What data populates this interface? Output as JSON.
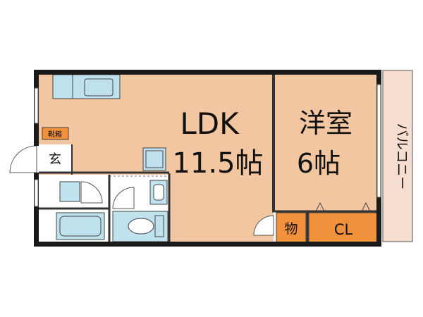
{
  "rooms": {
    "ldk_name": "LDK",
    "ldk_size": "11.5帖",
    "western_name": "洋室",
    "western_size": "6帖",
    "storage": "物",
    "closet": "CL",
    "entrance": "玄",
    "shoe_box": "靴箱",
    "balcony": "バルコニー"
  },
  "colors": {
    "room_fill": "#f2c6a0",
    "fixture_fill": "#bfe2ee",
    "storage_fill": "#f1913c",
    "balcony_fill": "#f5ddd0",
    "wall": "#1a1a1a",
    "wet_area": "#ffffff"
  }
}
